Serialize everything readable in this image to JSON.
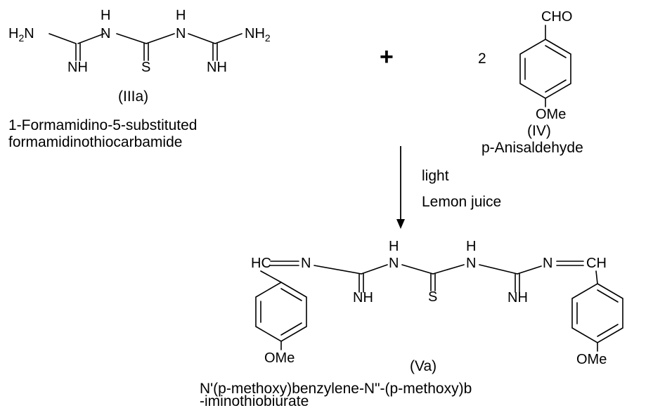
{
  "reactant1": {
    "atoms": {
      "h2n_left": "H2N",
      "h_nh_left": "H",
      "n_nh_left": "N",
      "h_nh_right": "H",
      "n_nh_right": "N",
      "nh2_right": "NH2",
      "nh_left": "NH",
      "s": "S",
      "nh_right": "NH"
    },
    "id": "(IIIa)",
    "name_line1": "1-Formamidino-5-substituted",
    "name_line2": "formamidinothiocarbamide"
  },
  "plus_sign": "+",
  "reactant2": {
    "coefficient": "2",
    "cho": "CHO",
    "ome": "OMe",
    "id": "(IV)",
    "name": "p-Anisaldehyde"
  },
  "conditions": {
    "line1": "light",
    "line2": "Lemon juice"
  },
  "product": {
    "atoms": {
      "hc_left": "HC",
      "n_imine_left": "N",
      "h_nh_left": "H",
      "n_nh_left": "N",
      "h_nh_right": "H",
      "n_nh_right": "N",
      "n_imine_right": "N",
      "ch_right": "CH",
      "nh_left": "NH",
      "s": "S",
      "nh_right": "NH",
      "ome_left": "OMe",
      "ome_right": "OMe"
    },
    "id": "(Va)",
    "name_line1": "N'(p-methoxy)benzylene-N\"-(p-methoxy)b",
    "name_line2": "-iminothiobiurate"
  }
}
